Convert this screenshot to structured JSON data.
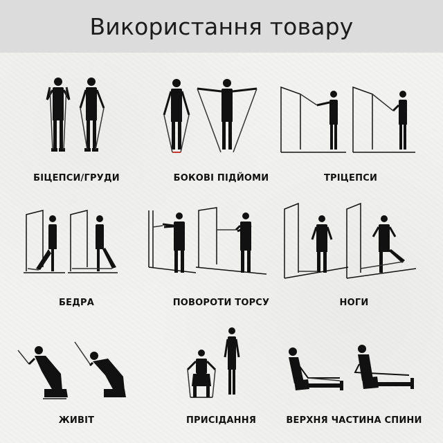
{
  "header": {
    "title": "Використання товару"
  },
  "exercises": [
    {
      "label": "БІЦЕПСИ/ГРУДИ",
      "icon": "biceps-chest-exercise-icon"
    },
    {
      "label": "БОКОВІ ПІДЙОМИ",
      "icon": "lateral-raises-exercise-icon"
    },
    {
      "label": "ТРІЦЕПСИ",
      "icon": "triceps-exercise-icon"
    },
    {
      "label": "БЕДРА",
      "icon": "hips-exercise-icon"
    },
    {
      "label": "ПОВОРОТИ ТОРСУ",
      "icon": "torso-twist-exercise-icon"
    },
    {
      "label": "НОГИ",
      "icon": "legs-exercise-icon"
    },
    {
      "label": "ЖИВІТ",
      "icon": "abs-exercise-icon"
    },
    {
      "label": "ПРИСІДАННЯ",
      "icon": "squats-exercise-icon"
    },
    {
      "label": "ВЕРХНЯ ЧАСТИНА СПИНИ",
      "icon": "upper-back-exercise-icon"
    }
  ],
  "colors": {
    "header_bg": "#dcdcdc",
    "figure": "#111111",
    "band": "#c0392b"
  }
}
